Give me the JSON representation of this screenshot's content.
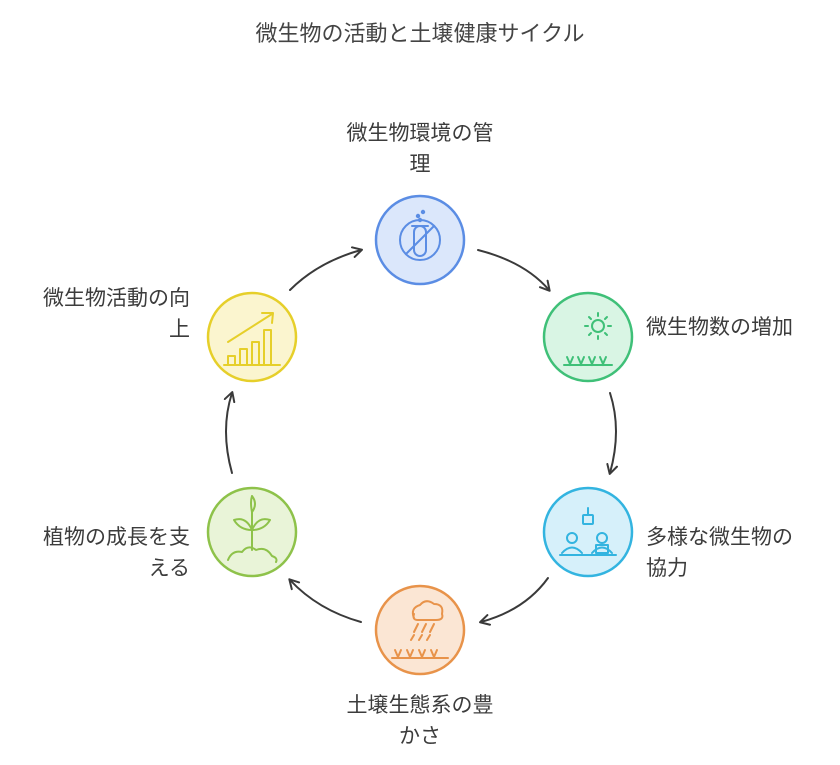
{
  "title": "微生物の活動と土壌健康サイクル",
  "nodes": [
    {
      "id": "n1",
      "label": "微生物環境の管理",
      "lines": [
        "微生物環境の管",
        "理"
      ],
      "icon": "no-test-tube-icon",
      "color": "#5b8de4",
      "fill": "#dbe7fb"
    },
    {
      "id": "n2",
      "label": "微生物数の増加",
      "lines": [
        "微生物数の増加"
      ],
      "icon": "sun-grass-icon",
      "color": "#3fc078",
      "fill": "#d9f5e4"
    },
    {
      "id": "n3",
      "label": "多様な微生物の協力",
      "lines": [
        "多様な微生物の",
        "協力"
      ],
      "icon": "team-laptop-icon",
      "color": "#33b4e0",
      "fill": "#d6f0fa"
    },
    {
      "id": "n4",
      "label": "土壌生態系の豊かさ",
      "lines": [
        "土壌生態系の豊",
        "かさ"
      ],
      "icon": "rain-cloud-icon",
      "color": "#e8934a",
      "fill": "#fbe6d4"
    },
    {
      "id": "n5",
      "label": "植物の成長を支える",
      "lines": [
        "植物の成長を支",
        "える"
      ],
      "icon": "sprout-icon",
      "color": "#8ec24a",
      "fill": "#e9f4d8"
    },
    {
      "id": "n6",
      "label": "微生物活動の向上",
      "lines": [
        "微生物活動の向",
        "上"
      ],
      "icon": "bar-chart-up-icon",
      "color": "#e6cf2a",
      "fill": "#fbf5cf"
    }
  ]
}
